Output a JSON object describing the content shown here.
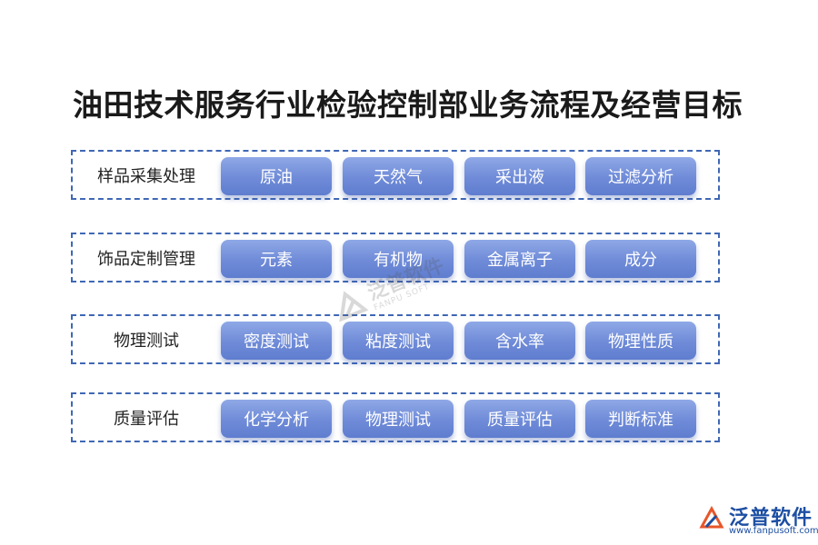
{
  "title": "油田技术服务行业检验控制部业务流程及经营目标",
  "rows": [
    {
      "label": "样品采集处理",
      "items": [
        "原油",
        "天然气",
        "采出液",
        "过滤分析"
      ]
    },
    {
      "label": "饰品定制管理",
      "items": [
        "元素",
        "有机物",
        "金属离子",
        "成分"
      ]
    },
    {
      "label": "物理测试",
      "items": [
        "密度测试",
        "粘度测试",
        "含水率",
        "物理性质"
      ]
    },
    {
      "label": "质量评估",
      "items": [
        "化学分析",
        "物理测试",
        "质量评估",
        "判断标准"
      ]
    }
  ],
  "watermark": {
    "name": "泛普软件",
    "sub": "FANPU SOFT"
  },
  "logo": {
    "name": "泛普软件",
    "url": "www.fanpusoft.com"
  },
  "colors": {
    "border": "#3f67b5",
    "chip": "#6f8bd8",
    "logo": "#1d4fa3"
  },
  "icons": [
    "fanpu-logo-icon"
  ]
}
